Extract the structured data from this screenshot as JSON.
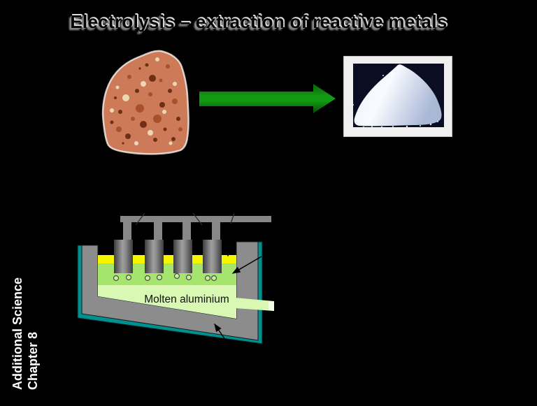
{
  "slide": {
    "title": "Electrolysis – extraction of reactive metals",
    "sidebar": {
      "line1": "Additional Science",
      "line2": "Chapter 8"
    }
  },
  "figures": {
    "bauxite_photo": "bauxite-ore-rock-photo",
    "arrow": "extraction-process-arrow",
    "alumina_photo": "white-aluminium-oxide-powder-photo",
    "cell": "aluminium-electrolysis-cell-diagram"
  },
  "diagram": {
    "molten_label": "Molten aluminium"
  },
  "colors": {
    "background": "#000000",
    "title_shadow_gray": "#9a9a9a",
    "arrow_green": "#129b12",
    "shell_teal": "#009090",
    "lining_gray": "#8c8c8c",
    "busbar_gray": "#878787",
    "crust_yellow": "#f5f500",
    "electrolyte_green": "#a5e56e",
    "molten_green": "#d8f8b4",
    "sidebar_text": "#ffffff"
  }
}
